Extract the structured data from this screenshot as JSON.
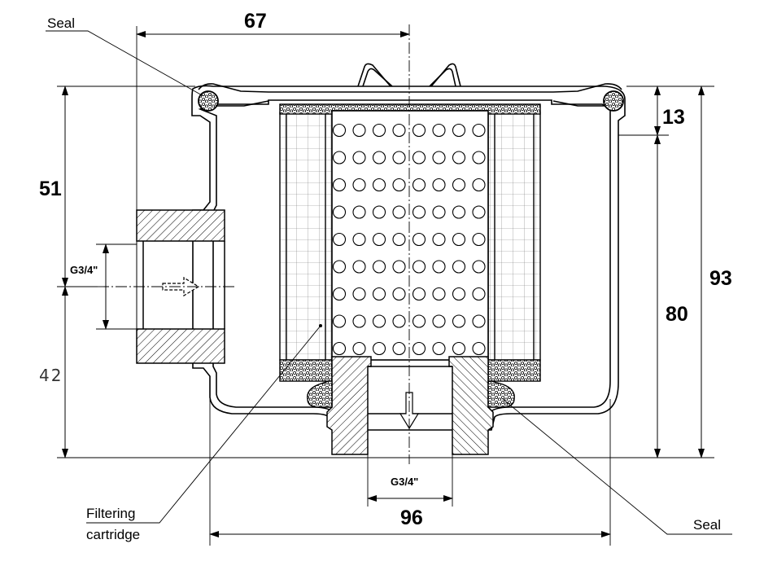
{
  "labels": {
    "seal_top": "Seal",
    "seal_bottom": "Seal",
    "cartridge_line1": "Filtering",
    "cartridge_line2": "cartridge"
  },
  "dimensions": {
    "top_offset": "67",
    "upper_height": "51",
    "lower_height": "42",
    "top_seal_height": "13",
    "body_height": "80",
    "total_height": "93",
    "width": "96",
    "inlet_thread": "G3/4\"",
    "outlet_thread": "G3/4\""
  }
}
